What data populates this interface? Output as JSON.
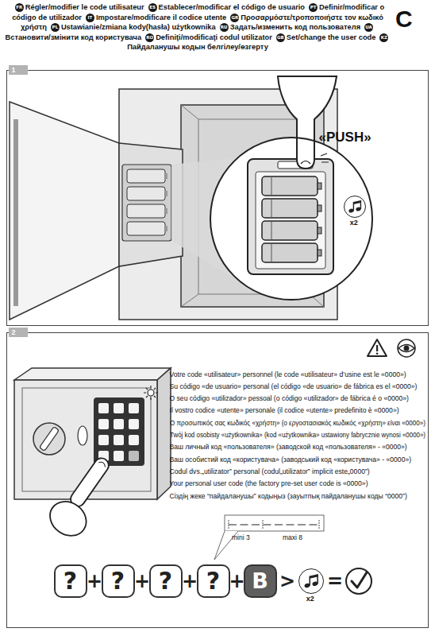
{
  "diagram": {
    "nodes": [
      {
        "text": [
          "1"
        ]
      },
      {
        "text": [
          "«PUSH»"
        ],
        "in": 0
      },
      {
        "text": [
          "x2"
        ],
        "in": 0
      },
      {
        "text": [
          "2",
          "Votre code «utilisateur» personnel (le code «utilisateur» d’usine est le «0000»)",
          "Su código «de usuario» personal (el código «de usuario» de fábrica es el «0000»)",
          "O seu código «utilizador» pessoal (o código «utilizador» de fábrica é o «0000»)",
          "Il vostro codice «utente» personale (il codice «utente» predefinito è «0000»)",
          "Ο προσωπικός σας κωδικός «χρήστη» (ο εργοστασιακός κωδικός «χρήστη» είναι «0000»)",
          "Twój kod osobisty «użytkownika» (kod «użytkownika» ustawiony fabrycznie wynosi «0000»)",
          "Ваш личный код «пользователя» (заводской код «пользователя» - «0000»)",
          "Ваш особистий код «користувача» (заводський код «користувача» - «0000»)",
          "Codul dvs.„utilizator” personal (codul„utilizator” implicit este„0000”)",
          "Your personal user code (the factory pre-set user code is «0000»)",
          "Сіздің жеке “пайдаланушы” кодыңыз (зауытпық пайдаланушы коды “0000”)"
        ]
      },
      {
        "text": [
          "?"
        ],
        "in": 3
      },
      {
        "text": [
          "?"
        ],
        "in": 3
      },
      {
        "text": [
          "?"
        ],
        "in": 3
      },
      {
        "text": [
          "?"
        ],
        "in": 3
      },
      {
        "text": [
          "B"
        ],
        "in": 3
      },
      {
        "text": [
          "x2"
        ],
        "in": 3
      }
    ],
    "labels": [
      "FR",
      "Régler/modifier le code utilisateur",
      "ES",
      "Establecer/modificar el código de usuario",
      "PT",
      "Definir/modificar o código de utilizador",
      "IT",
      "Impostare/modificare il codice utente",
      "GR",
      "Προσαρμόστε/τροποποιήστε τον κωδικό χρήστη",
      "PL",
      "Ustawianie/zmiana kody(hasła) użytkownika",
      "RU",
      "Задать/изменить код пользователя",
      "UA",
      "Встановити/змінити код користувача",
      "RO",
      "Definiţi/modificaţi codul utilizator",
      "GB",
      "Set/change the user code",
      "KZ",
      "Пайдаланушы кодын белгілеу/өзгерту",
      "C",
      "mini 3",
      "maxi 8",
      "+",
      "+",
      "+",
      "+",
      ">",
      "="
    ]
  }
}
